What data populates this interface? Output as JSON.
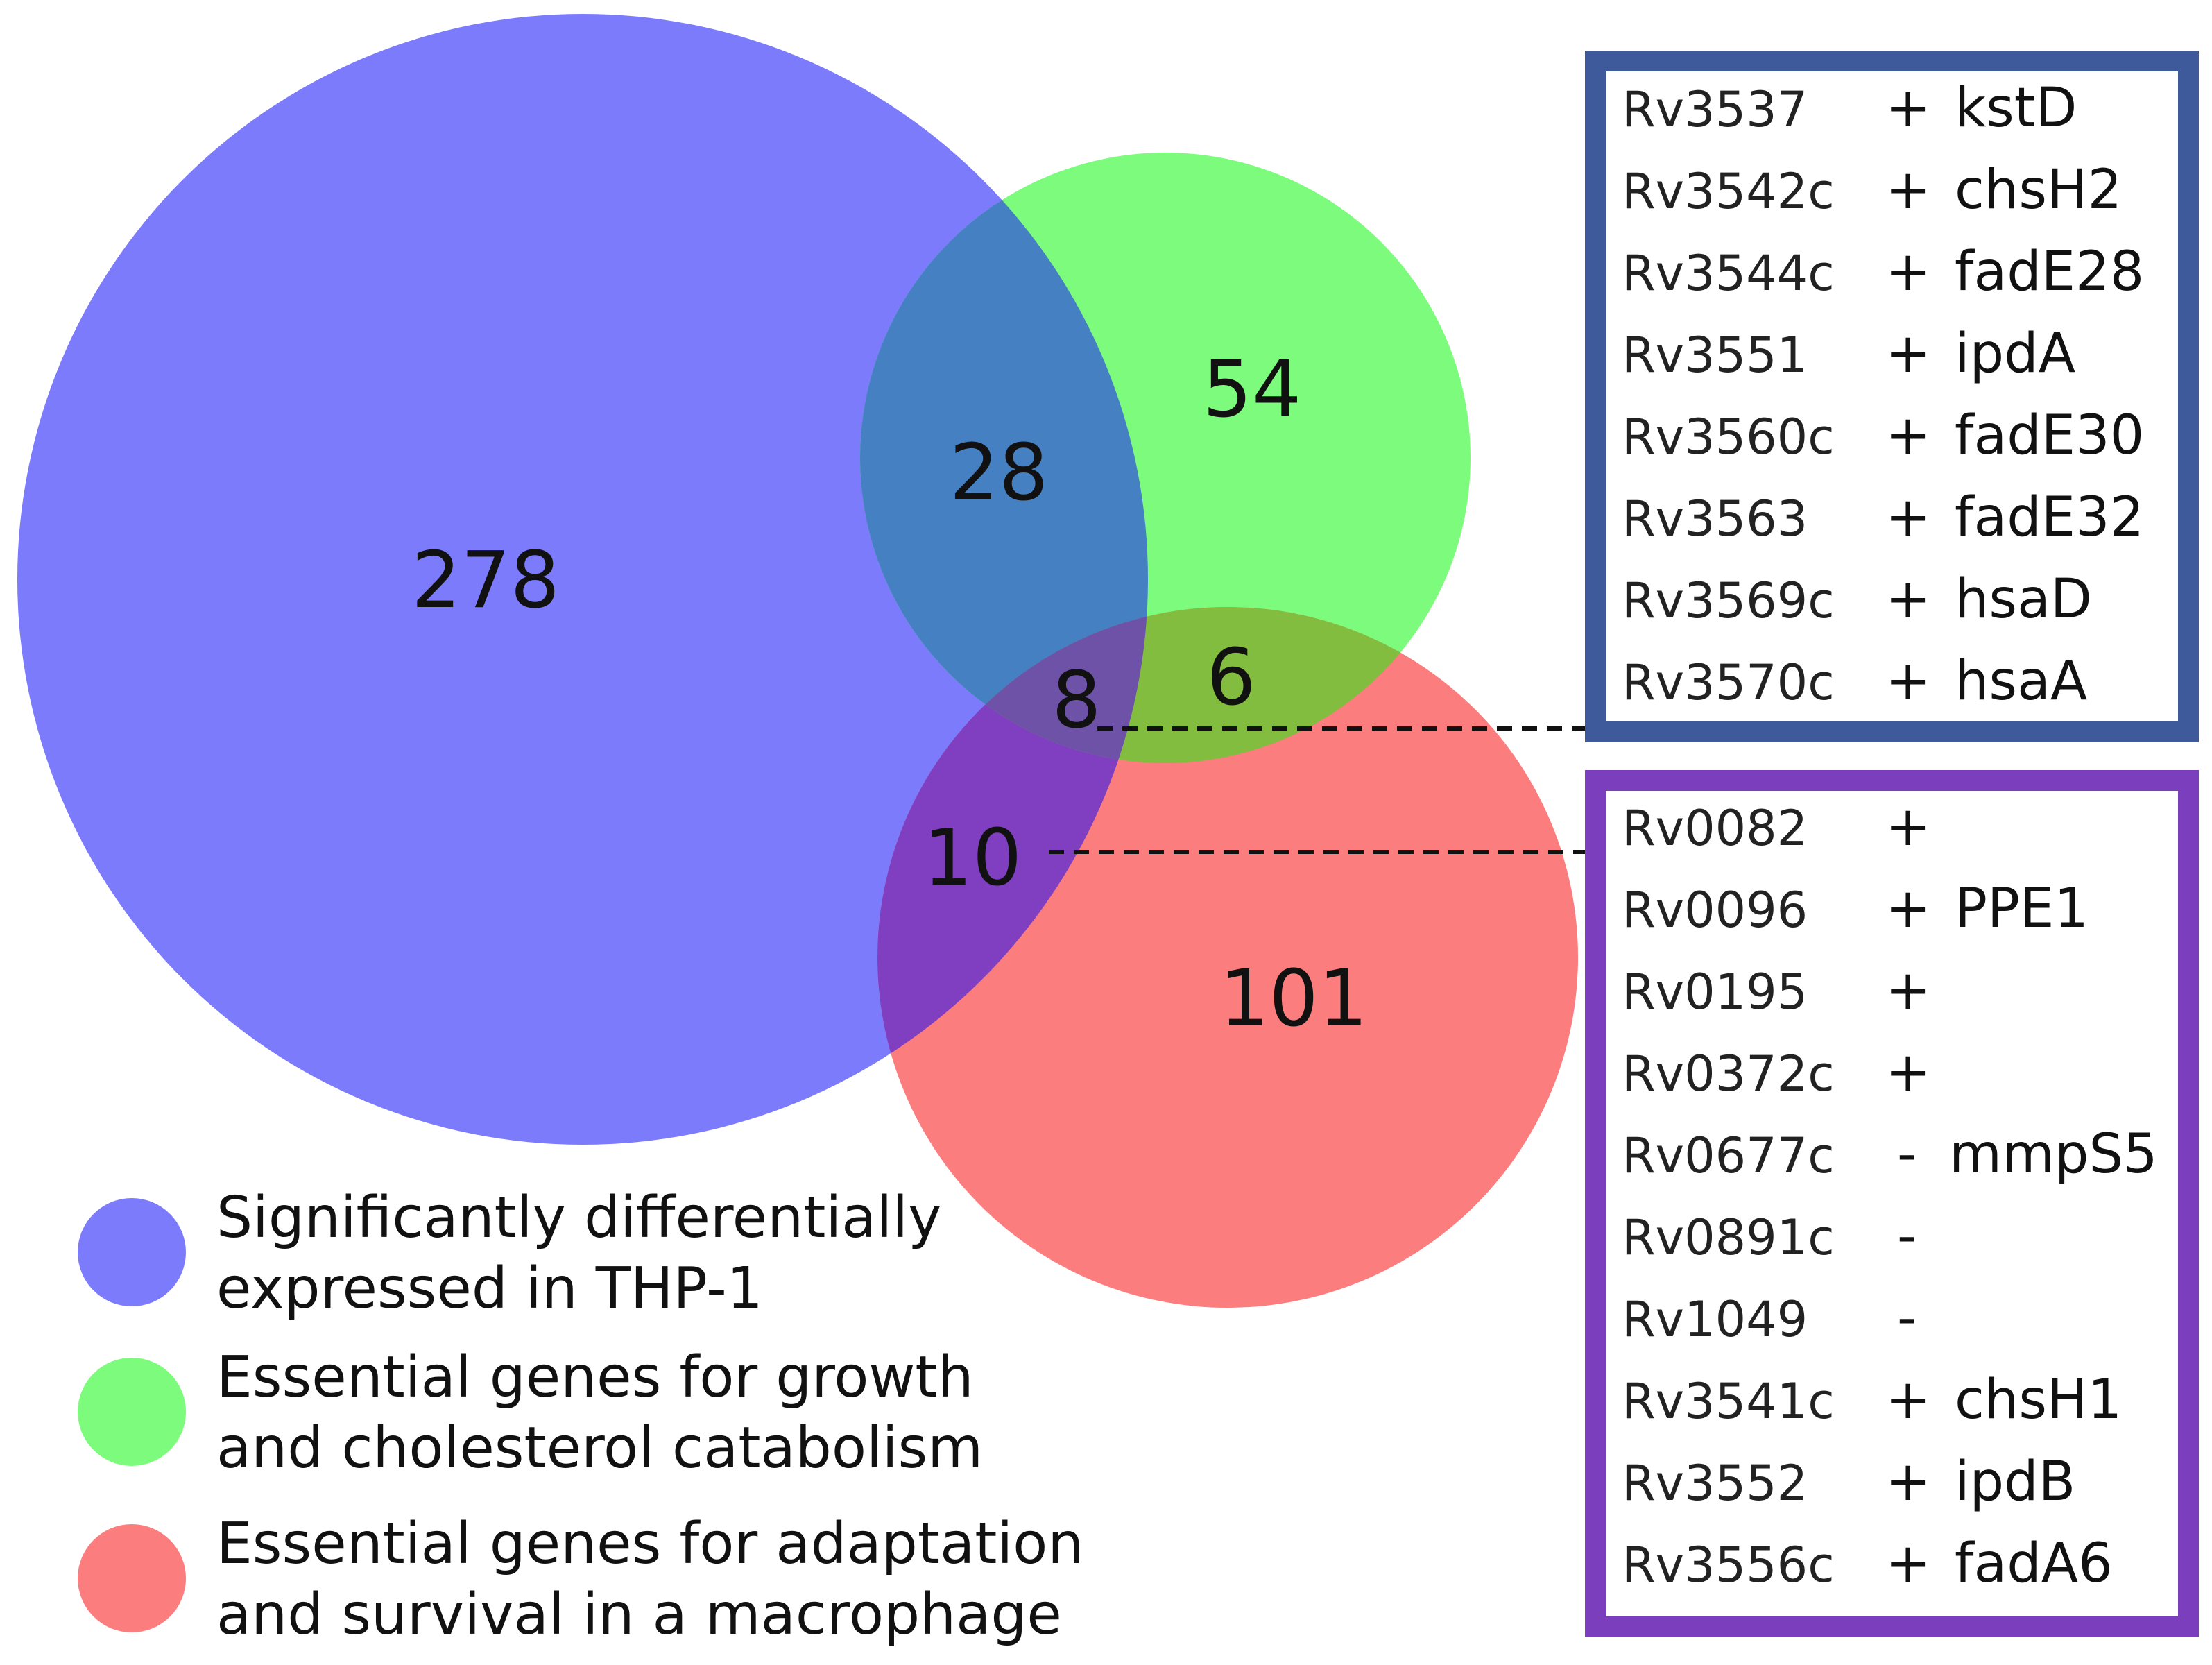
{
  "colors": {
    "set_a": "#7b7bfb",
    "set_b": "#7dfb7d",
    "set_c": "#fb7d7d",
    "a_and_b": "#4480c2",
    "b_and_c": "#83bd3f",
    "a_and_c": "#7f3fc0",
    "a_b_c": "#6d52a8",
    "box_top": "#3e5a9b",
    "box_bottom": "#7b3fbe"
  },
  "legend": [
    {
      "lines": [
        "Significantly differentially",
        "expressed in THP-1"
      ],
      "color": "#7b7bfb"
    },
    {
      "lines": [
        "Essential genes for growth",
        "and cholesterol catabolism"
      ],
      "color": "#7dfb7d"
    },
    {
      "lines": [
        "Essential genes for adaptation",
        "and survival in a macrophage"
      ],
      "color": "#fb7d7d"
    }
  ],
  "counts": {
    "only_a": "278",
    "a_and_b": "28",
    "only_b": "54",
    "a_b_c": "8",
    "b_and_c": "6",
    "a_and_c": "10",
    "only_c": "101"
  },
  "gene_box_top": [
    {
      "id": "Rv3537",
      "dir": "+",
      "name": "kstD"
    },
    {
      "id": "Rv3542c",
      "dir": "+",
      "name": "chsH2"
    },
    {
      "id": "Rv3544c",
      "dir": "+",
      "name": "fadE28"
    },
    {
      "id": "Rv3551",
      "dir": "+",
      "name": "ipdA"
    },
    {
      "id": "Rv3560c",
      "dir": "+",
      "name": "fadE30"
    },
    {
      "id": "Rv3563",
      "dir": "+",
      "name": "fadE32"
    },
    {
      "id": "Rv3569c",
      "dir": "+",
      "name": "hsaD"
    },
    {
      "id": "Rv3570c",
      "dir": "+",
      "name": "hsaA"
    }
  ],
  "gene_box_bottom": [
    {
      "id": "Rv0082",
      "dir": "+",
      "name": ""
    },
    {
      "id": "Rv0096",
      "dir": "+",
      "name": "PPE1"
    },
    {
      "id": "Rv0195",
      "dir": "+",
      "name": ""
    },
    {
      "id": "Rv0372c",
      "dir": "+",
      "name": ""
    },
    {
      "id": "Rv0677c",
      "dir": "-",
      "name": "mmpS5"
    },
    {
      "id": "Rv0891c",
      "dir": "-",
      "name": ""
    },
    {
      "id": "Rv1049",
      "dir": "-",
      "name": ""
    },
    {
      "id": "Rv3541c",
      "dir": "+",
      "name": "chsH1"
    },
    {
      "id": "Rv3552",
      "dir": "+",
      "name": "ipdB"
    },
    {
      "id": "Rv3556c",
      "dir": "+",
      "name": "fadA6"
    }
  ]
}
